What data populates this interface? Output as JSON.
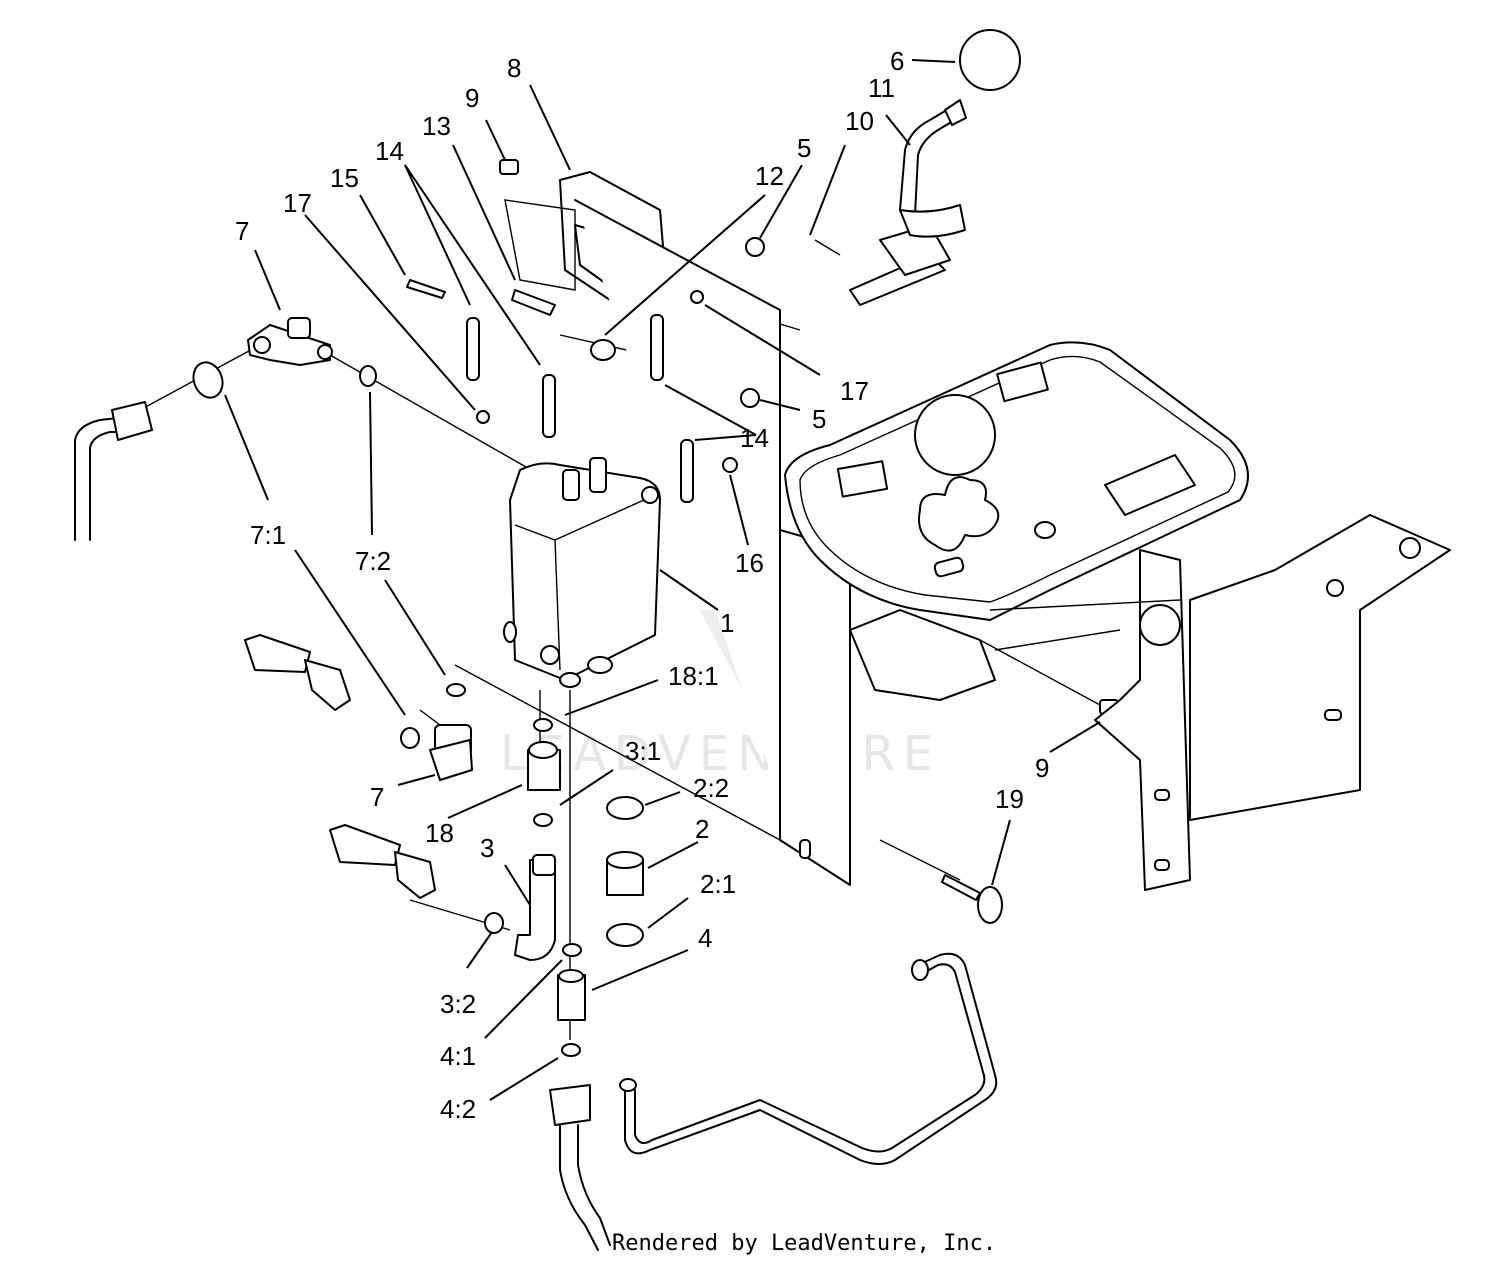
{
  "callouts": [
    {
      "id": "c-6",
      "text": "6"
    },
    {
      "id": "c-11",
      "text": "11"
    },
    {
      "id": "c-8",
      "text": "8"
    },
    {
      "id": "c-9a",
      "text": "9"
    },
    {
      "id": "c-13",
      "text": "13"
    },
    {
      "id": "c-14a",
      "text": "14"
    },
    {
      "id": "c-15",
      "text": "15"
    },
    {
      "id": "c-17a",
      "text": "17"
    },
    {
      "id": "c-7a",
      "text": "7"
    },
    {
      "id": "c-12",
      "text": "12"
    },
    {
      "id": "c-5a",
      "text": "5"
    },
    {
      "id": "c-10",
      "text": "10"
    },
    {
      "id": "c-17b",
      "text": "17"
    },
    {
      "id": "c-5b",
      "text": "5"
    },
    {
      "id": "c-14b",
      "text": "14"
    },
    {
      "id": "c-16",
      "text": "16"
    },
    {
      "id": "c-1",
      "text": "1"
    },
    {
      "id": "c-7-1",
      "text": "7:1"
    },
    {
      "id": "c-7-2",
      "text": "7:2"
    },
    {
      "id": "c-18-1",
      "text": "18:1"
    },
    {
      "id": "c-3-1",
      "text": "3:1"
    },
    {
      "id": "c-7b",
      "text": "7"
    },
    {
      "id": "c-18",
      "text": "18"
    },
    {
      "id": "c-2-2",
      "text": "2:2"
    },
    {
      "id": "c-2",
      "text": "2"
    },
    {
      "id": "c-3",
      "text": "3"
    },
    {
      "id": "c-2-1",
      "text": "2:1"
    },
    {
      "id": "c-4",
      "text": "4"
    },
    {
      "id": "c-3-2",
      "text": "3:2"
    },
    {
      "id": "c-4-1",
      "text": "4:1"
    },
    {
      "id": "c-4-2",
      "text": "4:2"
    },
    {
      "id": "c-9b",
      "text": "9"
    },
    {
      "id": "c-19",
      "text": "19"
    }
  ],
  "watermark": "LEADVENTURE",
  "footer": "Rendered by LeadVenture, Inc."
}
